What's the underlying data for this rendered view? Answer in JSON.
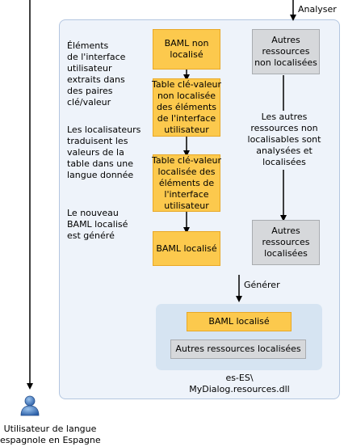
{
  "labels": {
    "analyser": "Analyser",
    "generer": "Générer",
    "assembly_lines": [
      "es-ES\\",
      "MyDialog.resources.dll"
    ],
    "user_lines": [
      "Utilisateur de langue",
      "espagnole en Espagne"
    ]
  },
  "notes": {
    "note1": [
      "Éléments",
      "de l'interface",
      "utilisateur",
      "extraits dans",
      "des paires",
      "clé/valeur"
    ],
    "note2": [
      "Les localisateurs",
      "traduisent les",
      "valeurs de la",
      "table dans une",
      "langue donnée"
    ],
    "note3": [
      "Le nouveau",
      "BAML localisé",
      "est généré"
    ],
    "note4": [
      "Les autres",
      "ressources non",
      "localisables sont",
      "analysées et",
      "localisées"
    ]
  },
  "boxes": {
    "baml_non_localise": [
      "BAML non",
      "localisé"
    ],
    "table_non_localisee": [
      "Table clé-valeur",
      "non localisée",
      "des éléments",
      "de l'interface",
      "utilisateur"
    ],
    "table_localisee": [
      "Table clé-valeur",
      "localisée des",
      "éléments de",
      "l'interface",
      "utilisateur"
    ],
    "baml_localise": [
      "BAML localisé"
    ],
    "autres_non_localisees": [
      "Autres",
      "ressources",
      "non localisées"
    ],
    "autres_localisees": [
      "Autres",
      "ressources",
      "localisées"
    ],
    "baml_localise_final": [
      "BAML localisé"
    ],
    "autres_localisees_final": [
      "Autres ressources localisées"
    ]
  },
  "colors": {
    "orange": "#fcc94d",
    "gray": "#d6d8db",
    "panel": "#eef3fa",
    "inner": "#d6e4f2"
  },
  "icon": "user-icon"
}
